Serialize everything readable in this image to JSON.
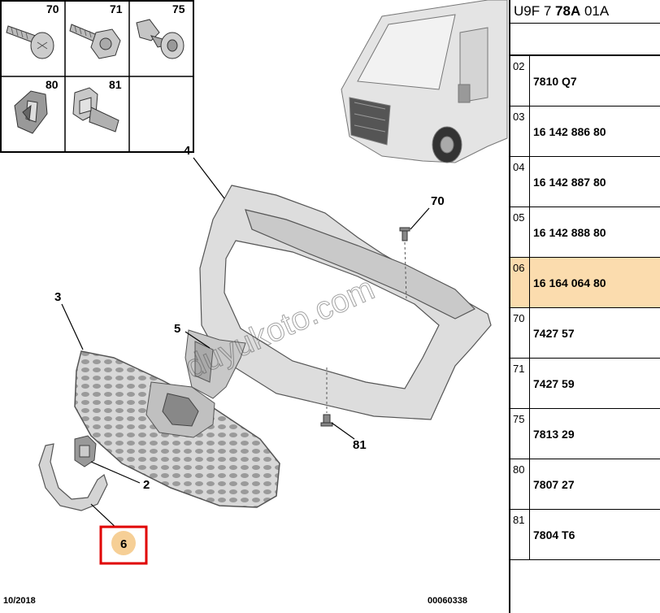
{
  "header": {
    "part1": "U9F 7",
    "part2": "78A",
    "part3": "01A"
  },
  "parts": [
    {
      "index": "02",
      "ref": "7810 Q7",
      "selected": false
    },
    {
      "index": "03",
      "ref": "16 142 886 80",
      "selected": false
    },
    {
      "index": "04",
      "ref": "16 142 887 80",
      "selected": false
    },
    {
      "index": "05",
      "ref": "16 142 888 80",
      "selected": false
    },
    {
      "index": "06",
      "ref": "16 164 064 80",
      "selected": true
    },
    {
      "index": "70",
      "ref": "7427 57",
      "selected": false
    },
    {
      "index": "71",
      "ref": "7427 59",
      "selected": false
    },
    {
      "index": "75",
      "ref": "7813 29",
      "selected": false
    },
    {
      "index": "80",
      "ref": "7807 27",
      "selected": false
    },
    {
      "index": "81",
      "ref": "7804 T6",
      "selected": false
    }
  ],
  "icon_boxes": {
    "b70": "70",
    "b71": "71",
    "b75": "75",
    "b80": "80",
    "b81": "81"
  },
  "callouts": {
    "c4": "4",
    "c70": "70",
    "c3": "3",
    "c5": "5",
    "c81": "81",
    "c2": "2",
    "c6": "6"
  },
  "watermark": "duyukoto.com",
  "footer": {
    "date": "10/2018",
    "code": "00060338"
  },
  "colors": {
    "highlight": "#fbdcae",
    "callout_frame": "#e00000",
    "callout_fill": "#f6cf96"
  }
}
